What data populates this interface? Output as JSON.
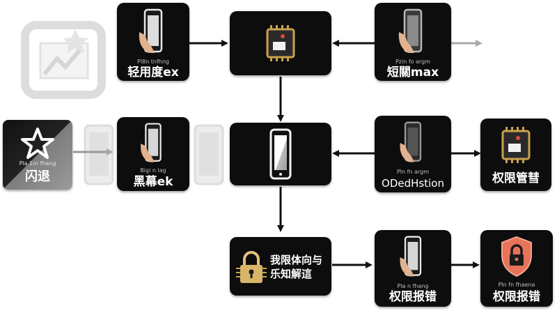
{
  "nodes": {
    "top_left": {
      "label": "轻用度ex",
      "small": "Pl8n tnfhng"
    },
    "top_center": {
      "label": ""
    },
    "top_right": {
      "label": "短關max",
      "small": "Pzin fo argm"
    },
    "mid_far_left": {
      "label": "闪退",
      "small": "Pla 1m fhang"
    },
    "mid_left": {
      "label": "黑幕ek",
      "small": "Bigi n lag"
    },
    "mid_center": {
      "label": ""
    },
    "mid_right": {
      "label": "ODedHstion",
      "small": "Pln fn argm"
    },
    "mid_far_right": {
      "label": "权限管彗",
      "small": ""
    },
    "bottom_center": {
      "label_line1": "我限体向与",
      "label_line2": "乐知解這"
    },
    "bottom_right": {
      "label": "权限报错",
      "small": "Pla n fhang"
    },
    "bottom_far_right": {
      "label": "权限报错",
      "small": "Pln fn fhaena"
    }
  },
  "colors": {
    "box": "#0d0d0d",
    "arrow": "#111111",
    "ghost": "#d9d9d9",
    "shield": "#e6735a"
  },
  "icons": {
    "top_left": "phone-hand-icon",
    "top_center": "chip-icon",
    "top_right": "phone-hand-icon",
    "mid_far_left": "star-icon",
    "mid_left": "phone-hand-icon",
    "mid_center": "phone-icon",
    "mid_right": "phone-hand-icon",
    "mid_far_right": "chip-icon",
    "bottom_center": "padlock-chip-icon",
    "bottom_right": "phone-hand-icon",
    "bottom_far_right": "shield-lock-icon"
  }
}
